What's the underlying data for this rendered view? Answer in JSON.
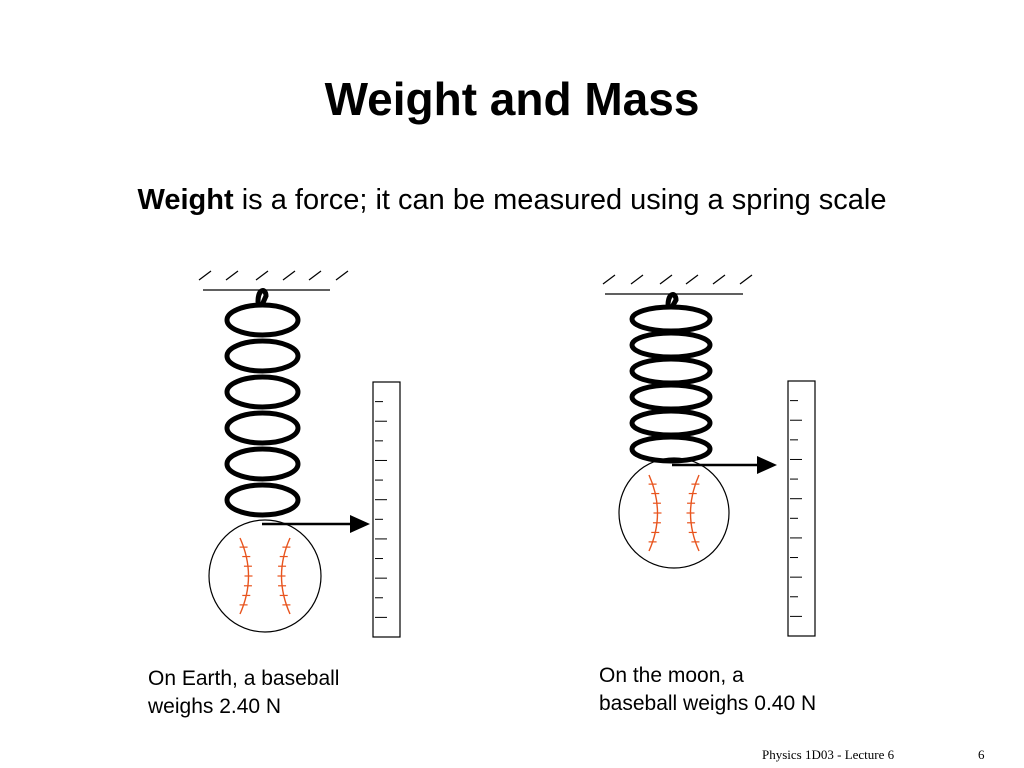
{
  "slide": {
    "title": "Weight and Mass",
    "subtitle_bold": "Weight",
    "subtitle_rest": " is a force; it can be measured using a spring scale"
  },
  "earth": {
    "caption_line1": "On Earth, a baseball",
    "caption_line2": "weighs 2.40 N"
  },
  "moon": {
    "caption_line1": "On the moon, a",
    "caption_line2": "baseball weighs 0.40 N"
  },
  "footer": {
    "course": "Physics 1D03 - Lecture 6",
    "page_number": "6"
  },
  "colors": {
    "stitch": "#e8541e",
    "ink": "#000000"
  },
  "icons": {
    "scale": "spring-scale-icon",
    "ball": "baseball-icon"
  }
}
